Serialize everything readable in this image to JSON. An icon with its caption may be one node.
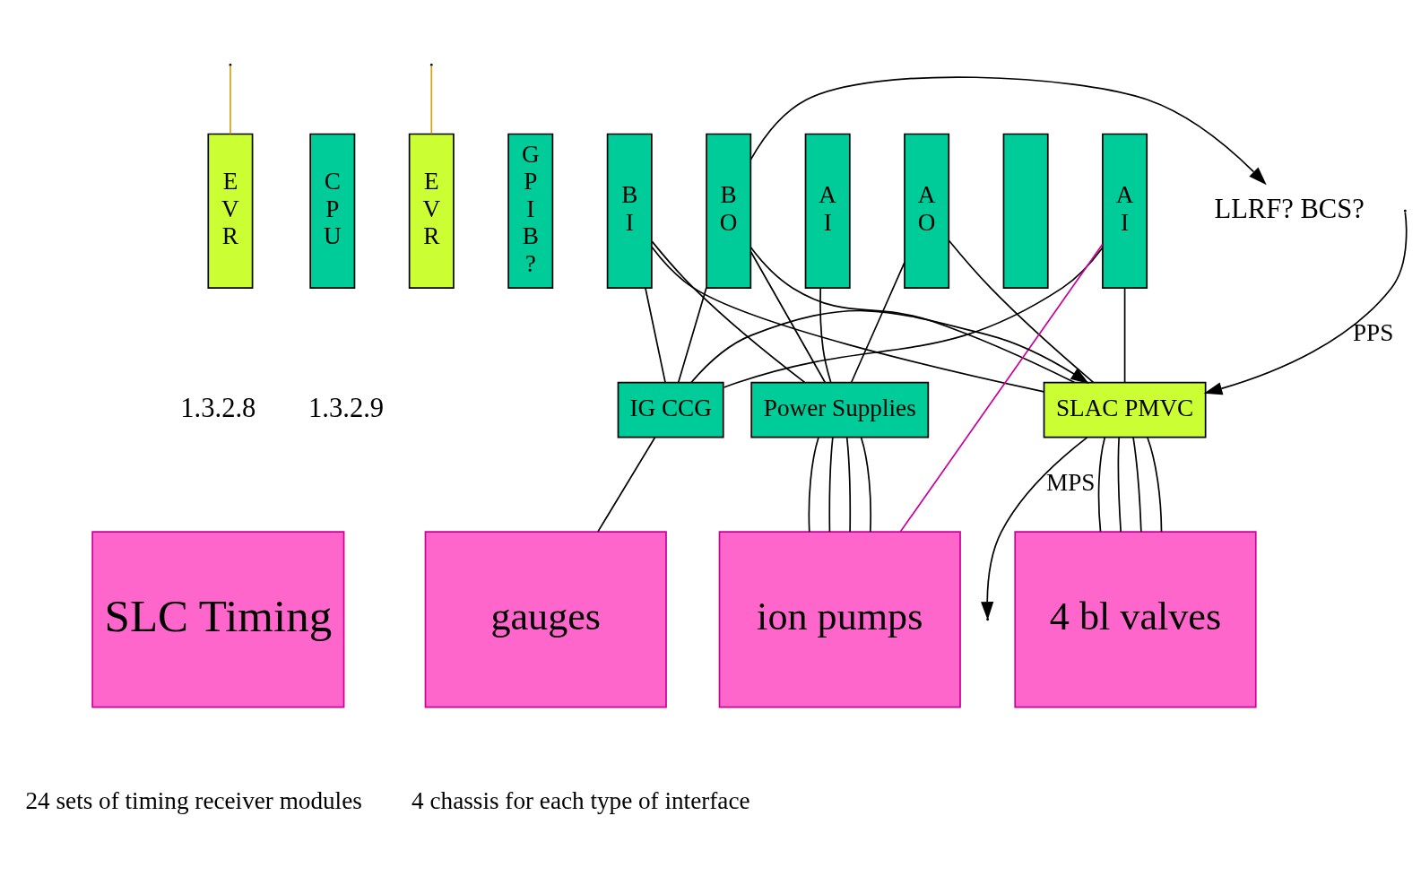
{
  "diagram": {
    "nodes": [
      {
        "text": [
          "E V R"
        ]
      },
      {
        "text": [
          "C P U"
        ]
      },
      {
        "text": [
          "E V R"
        ]
      },
      {
        "text": [
          "G P I B ?"
        ]
      },
      {
        "text": [
          "B I"
        ]
      },
      {
        "text": [
          "B O"
        ]
      },
      {
        "text": [
          "A I"
        ]
      },
      {
        "text": [
          "A O"
        ]
      },
      {
        "text": [],
        "shape": "box"
      },
      {
        "text": [
          "A I"
        ]
      },
      {
        "text": [
          "LLRF? BCS?"
        ]
      },
      {
        "text": [
          "IG CCG"
        ]
      },
      {
        "text": [
          "Power Supplies"
        ]
      },
      {
        "text": [
          "SLAC PMVC"
        ]
      },
      {
        "text": [
          "SLC Timing"
        ]
      },
      {
        "text": [
          "gauges"
        ]
      },
      {
        "text": [
          "ion pumps"
        ]
      },
      {
        "text": [
          "4 bl valves"
        ]
      }
    ],
    "edges": [
      {
        "from": null,
        "to": 0,
        "arrow": "none",
        "color": "#d4a017"
      },
      {
        "from": null,
        "to": 2,
        "arrow": "none",
        "color": "#d4a017"
      },
      {
        "from": 5,
        "to": 10,
        "arrow": "to"
      },
      {
        "from": null,
        "to": 13,
        "arrow": "to",
        "label": "PPS"
      },
      {
        "from": 13,
        "to": null,
        "arrow": "to",
        "label": "MPS"
      },
      {
        "from": 4,
        "to": 12,
        "arrow": "none"
      },
      {
        "from": 5,
        "to": 12,
        "arrow": "none"
      },
      {
        "from": 6,
        "to": 12,
        "arrow": "none"
      },
      {
        "from": 7,
        "to": 12,
        "arrow": "none"
      },
      {
        "from": 4,
        "to": 11,
        "arrow": "none"
      },
      {
        "from": 4,
        "to": 13,
        "arrow": "none"
      },
      {
        "from": 5,
        "to": 11,
        "arrow": "none"
      },
      {
        "from": 5,
        "to": 13,
        "arrow": "none"
      },
      {
        "from": 7,
        "to": 13,
        "arrow": "none"
      },
      {
        "from": 9,
        "to": 11,
        "arrow": "none"
      },
      {
        "from": 9,
        "to": 13,
        "arrow": "none"
      },
      {
        "from": 9,
        "to": 16,
        "arrow": "none",
        "color": "#cc0099"
      },
      {
        "from": 11,
        "to": 13,
        "arrow": "to"
      },
      {
        "from": 11,
        "to": 15,
        "arrow": "none"
      },
      {
        "from": 12,
        "to": 16,
        "arrow": "none"
      },
      {
        "from": 12,
        "to": 16,
        "arrow": "none"
      },
      {
        "from": 12,
        "to": 16,
        "arrow": "none"
      },
      {
        "from": 12,
        "to": 16,
        "arrow": "none"
      },
      {
        "from": 13,
        "to": 17,
        "arrow": "none"
      },
      {
        "from": 13,
        "to": 17,
        "arrow": "none"
      },
      {
        "from": 13,
        "to": 17,
        "arrow": "none"
      },
      {
        "from": 13,
        "to": 17,
        "arrow": "none"
      }
    ],
    "labels": [
      "1.3.2.8",
      "1.3.2.9",
      "24 sets of timing receiver modules",
      "4 chassis for each type of interface"
    ]
  }
}
